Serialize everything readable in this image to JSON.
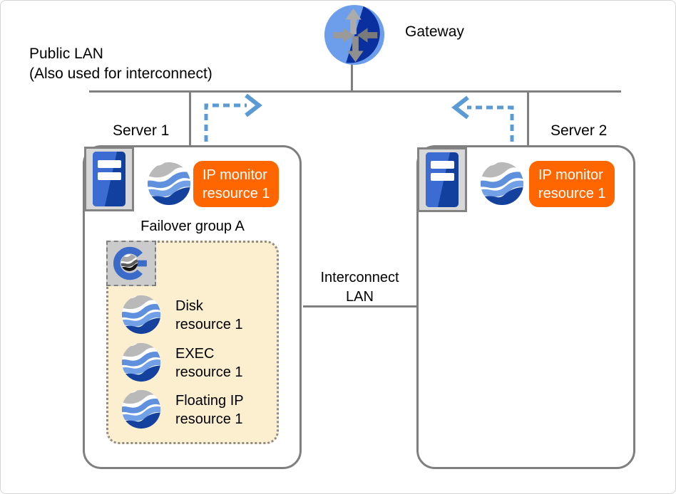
{
  "labels": {
    "gateway": "Gateway",
    "public_lan_line1": "Public LAN",
    "public_lan_line2": "(Also used for interconnect)",
    "interconnect_line1": "Interconnect",
    "interconnect_line2": "LAN",
    "server1": "Server 1",
    "server2": "Server 2",
    "failover_group": "Failover group A"
  },
  "server1": {
    "monitor": {
      "line1": "IP monitor",
      "line2": "resource 1"
    },
    "resources": [
      {
        "line1": "Disk",
        "line2": "resource 1"
      },
      {
        "line1": "EXEC",
        "line2": "resource 1"
      },
      {
        "line1": "Floating IP",
        "line2": "resource 1"
      }
    ]
  },
  "server2": {
    "monitor": {
      "line1": "IP monitor",
      "line2": "resource 1"
    }
  },
  "colors": {
    "line_gray": "#808080",
    "box_border_gray": "#7f7f7f",
    "arrow_blue": "#5b9bd5",
    "badge_orange": "#ff6600",
    "group_fill_beige": "#fcefd0",
    "wave_icon_gray": "#b9b9b9",
    "wave_icon_blue_light": "#5e90de",
    "wave_icon_blue_dark": "#14409e",
    "server_tower_blue_light": "#3c6bd2",
    "server_tower_blue_dark": "#12409f",
    "gateway_blue_light": "#6d9eeb",
    "gateway_blue_dark": "#0a2f9e"
  }
}
